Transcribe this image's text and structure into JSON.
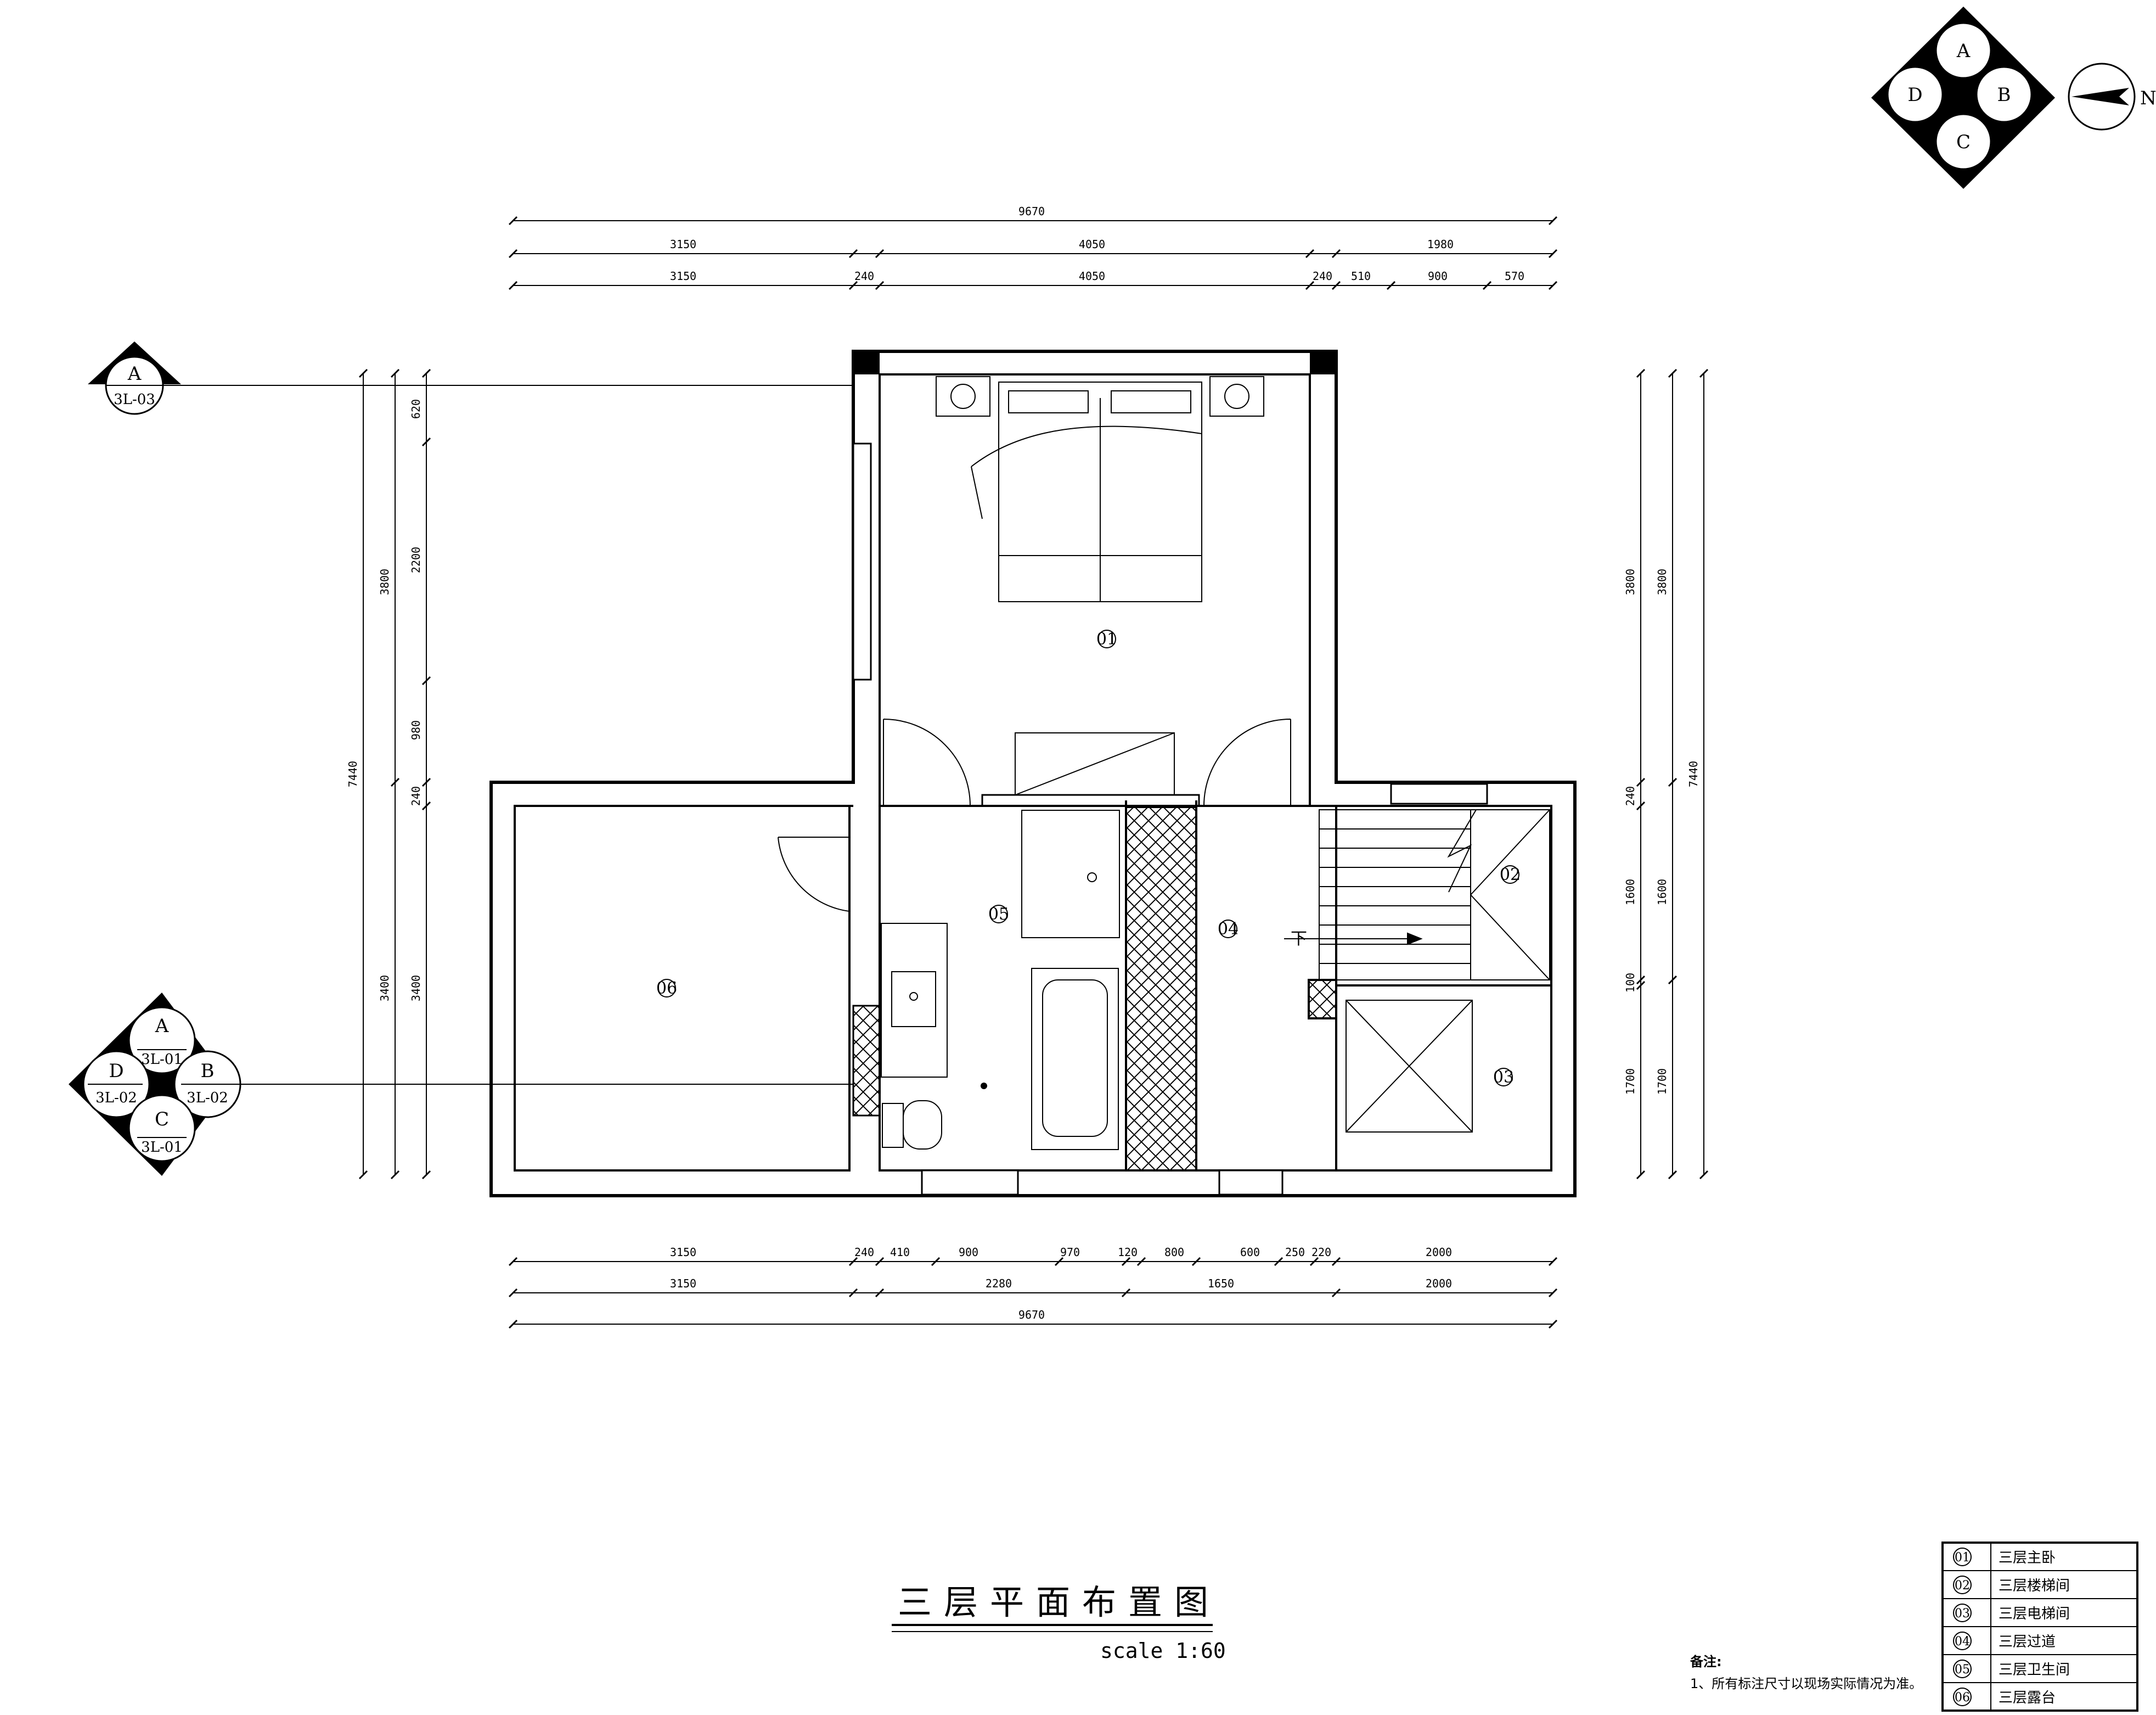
{
  "drawing": {
    "title": "三层平面布置图",
    "scale": "scale 1:60",
    "north_label": "N",
    "stair_down_label": "下"
  },
  "notes": {
    "heading": "备注:",
    "items": [
      "1、所有标注尺寸以现场实际情况为准。"
    ]
  },
  "legend": [
    {
      "num": "01",
      "name": "三层主卧"
    },
    {
      "num": "02",
      "name": "三层楼梯间"
    },
    {
      "num": "03",
      "name": "三层电梯间"
    },
    {
      "num": "04",
      "name": "三层过道"
    },
    {
      "num": "05",
      "name": "三层卫生间"
    },
    {
      "num": "06",
      "name": "三层露台"
    }
  ],
  "rooms": [
    "01",
    "02",
    "03",
    "04",
    "05",
    "06"
  ],
  "orientation_key": {
    "top": "A",
    "right": "B",
    "bottom": "C",
    "left": "D"
  },
  "elevation_markers": {
    "single": {
      "letter": "A",
      "ref": "3L-03"
    },
    "quad": {
      "top": {
        "letter": "A",
        "ref": "3L-01"
      },
      "left": {
        "letter": "D",
        "ref": "3L-02"
      },
      "right": {
        "letter": "B",
        "ref": "3L-02"
      },
      "bottom": {
        "letter": "C",
        "ref": "3L-01"
      }
    }
  },
  "dimensions": {
    "top_overall": [
      "9670"
    ],
    "top_row2": [
      "3150",
      "4050",
      "1980"
    ],
    "top_row3": [
      "3150",
      "240",
      "4050",
      "240",
      "510",
      "900",
      "570"
    ],
    "bottom_row1": [
      "3150",
      "240",
      "410",
      "900",
      "970",
      "120",
      "800",
      "600",
      "250",
      "220",
      "2000"
    ],
    "bottom_row2": [
      "3150",
      "2280",
      "1650",
      "2000"
    ],
    "bottom_overall": [
      "9670"
    ],
    "left_overall": [
      "7440"
    ],
    "left_row2": [
      "3800",
      "3400"
    ],
    "left_row3": [
      "620",
      "2200",
      "980",
      "240",
      "3400"
    ],
    "right_row1": [
      "3800",
      "240",
      "1600",
      "100",
      "1700"
    ],
    "right_row2": [
      "3800",
      "1600",
      "1700"
    ],
    "right_overall": [
      "7440"
    ]
  }
}
